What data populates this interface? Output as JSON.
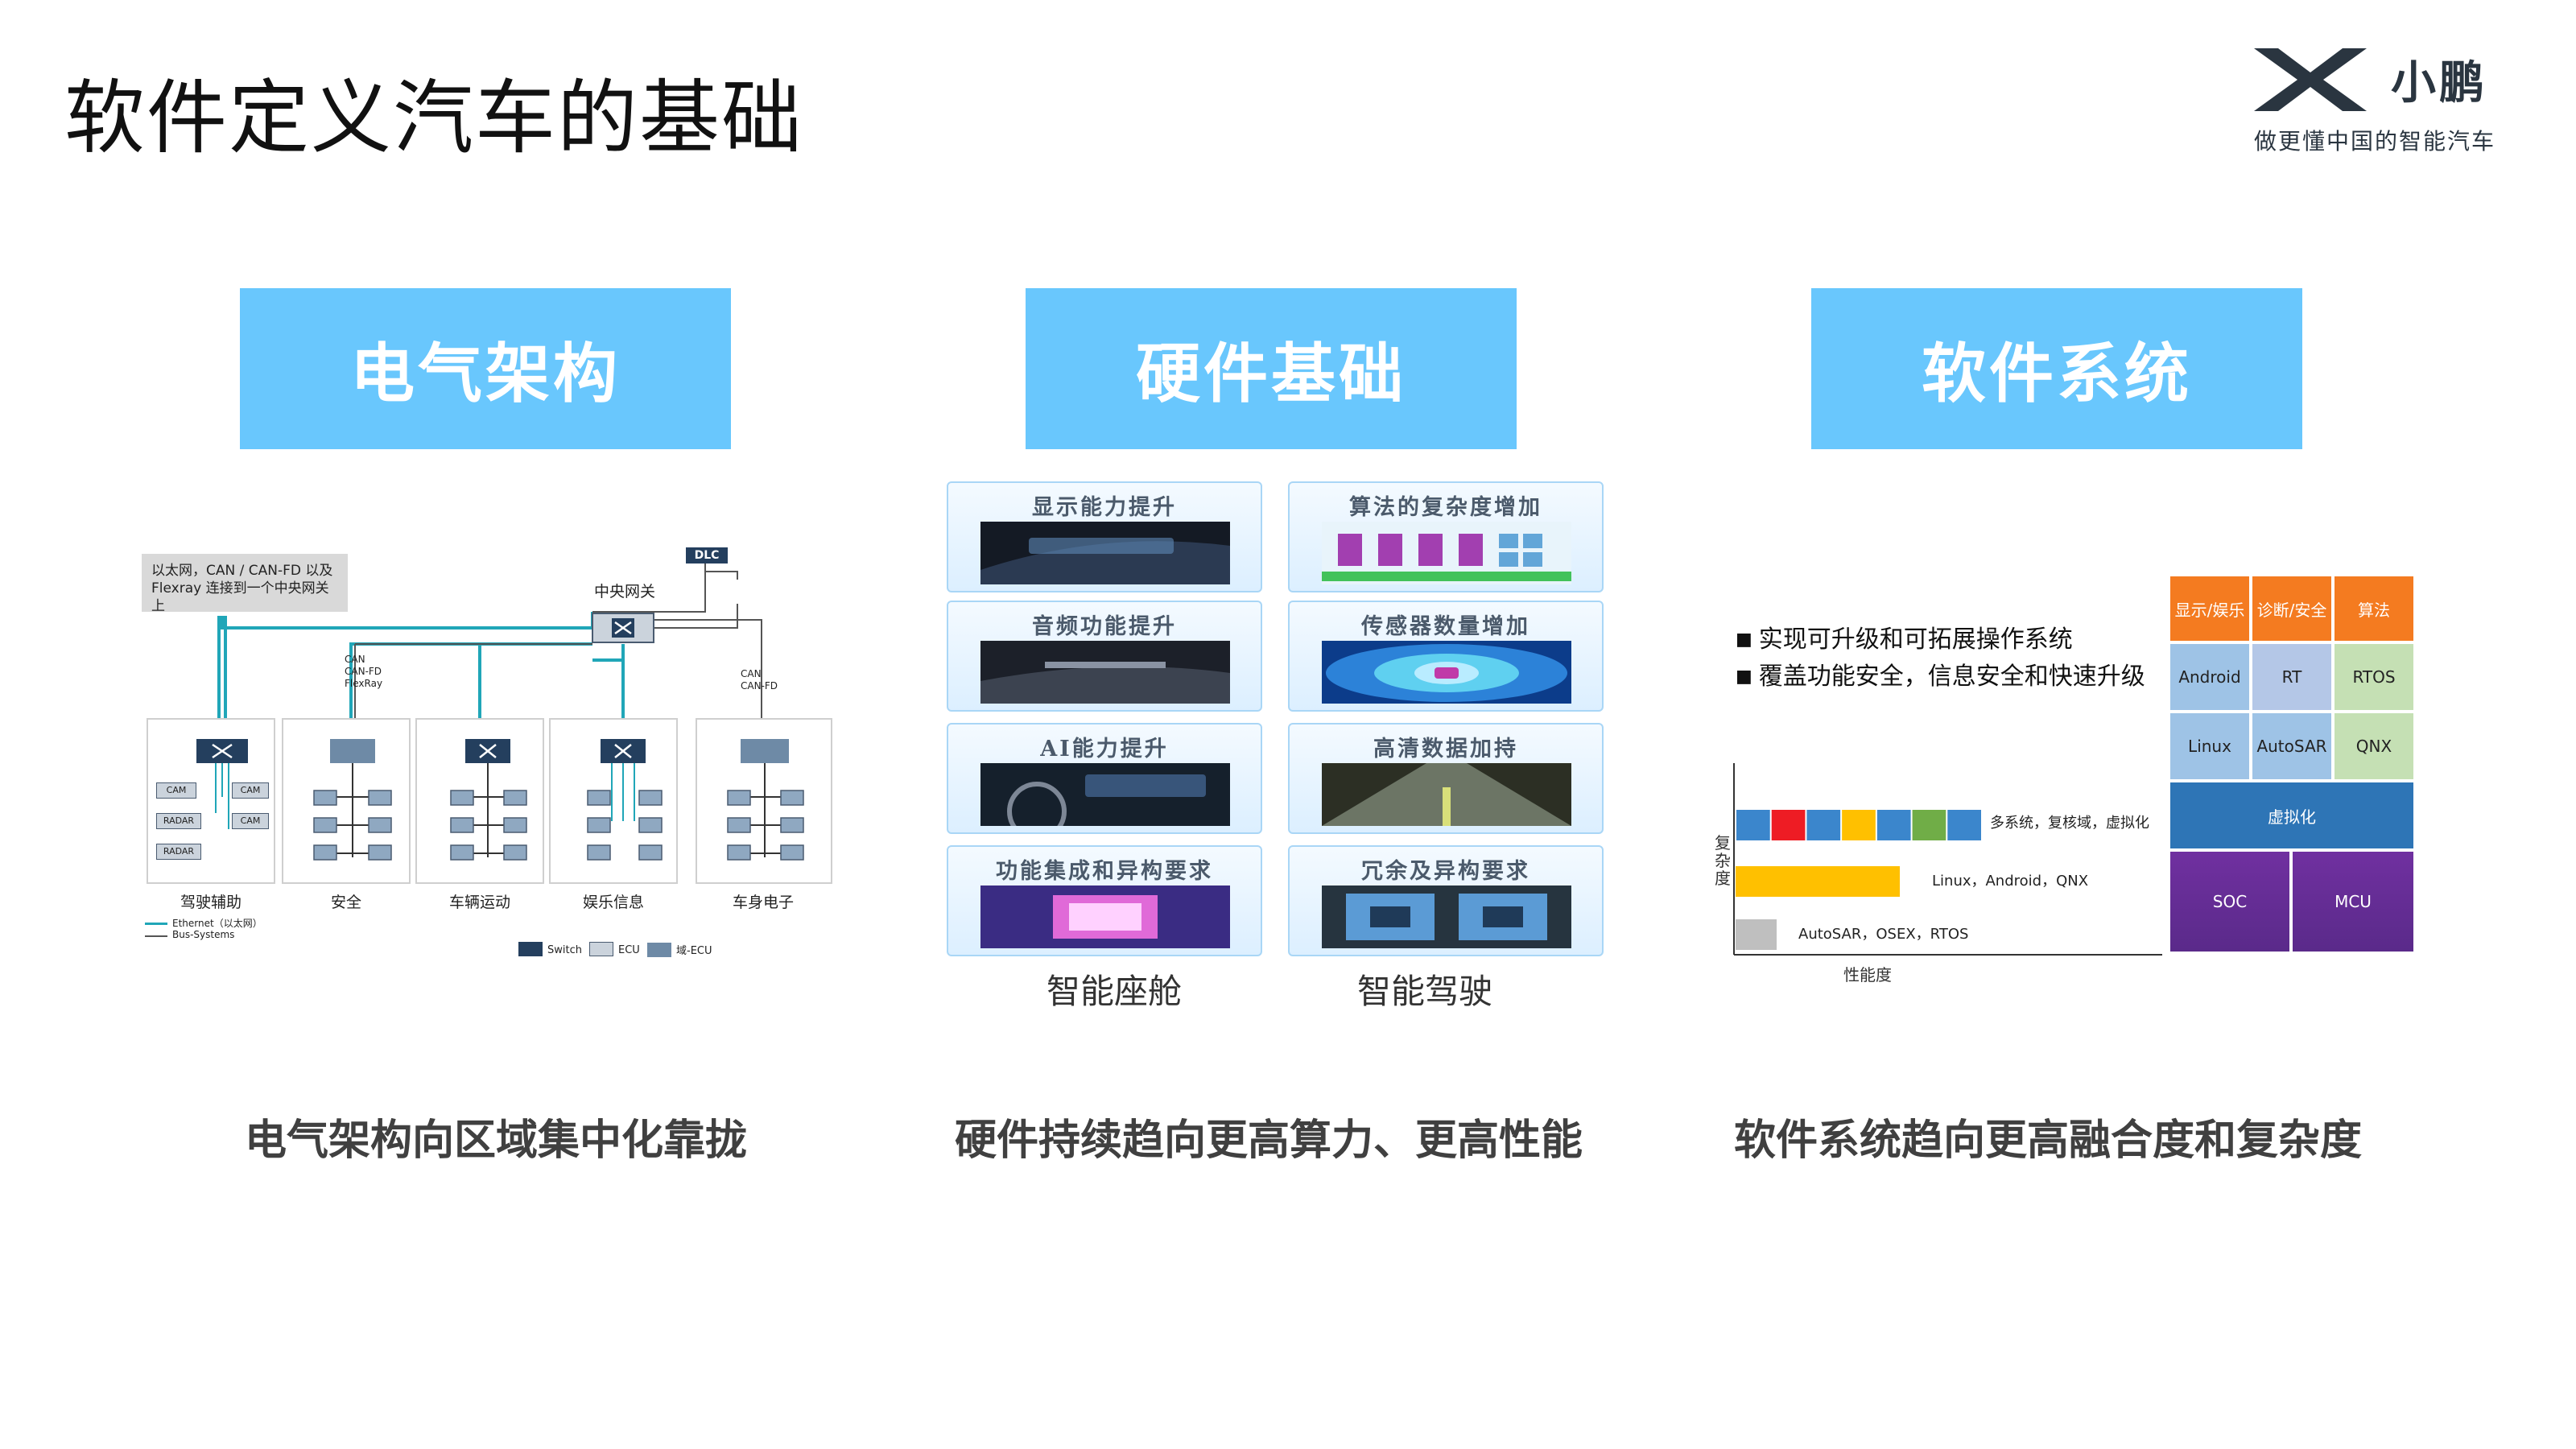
{
  "slide": {
    "title": "软件定义汽车的基础"
  },
  "logo": {
    "name": "小鹏",
    "slogan": "做更懂中国的智能汽车"
  },
  "pillars": [
    "电气架构",
    "硬件基础",
    "软件系统"
  ],
  "captions": [
    "电气架构向区域集中化靠拢",
    "硬件持续趋向更高算力、更高性能",
    "软件系统趋向更高融合度和复杂度"
  ],
  "architecture": {
    "note_line1": "以太网，CAN / CAN-FD 以及",
    "note_line2": "Flexray 连接到一个中央网关上",
    "dlc": "DLC",
    "gateway": "中央网关",
    "bus_label_1_a": "CAN",
    "bus_label_1_b": "CAN-FD",
    "bus_label_1_c": "FlexRay",
    "bus_label_2_a": "CAN",
    "bus_label_2_b": "CAN-FD",
    "ecu_tags": [
      "CAM",
      "CAM",
      "RADAR",
      "CAM",
      "RADAR"
    ],
    "domains": [
      "驾驶辅助",
      "安全",
      "车辆运动",
      "娱乐信息",
      "车身电子"
    ],
    "legend_ethernet": "Ethernet（以太网）",
    "legend_bus": "Bus-Systems",
    "legend_switch": "Switch",
    "legend_ecu": "ECU",
    "legend_domain_ecu": "域-ECU",
    "colors": {
      "ethernet": "#20a6b8",
      "bus": "#555555",
      "node": "#7f9bb8",
      "switch": "#243f5e"
    }
  },
  "hardware": {
    "cards": [
      "显示能力提升",
      "算法的复杂度增加",
      "音频功能提升",
      "传感器数量增加",
      "AI能力提升",
      "高清数据加持",
      "功能集成和异构要求",
      "冗余及异构要求"
    ],
    "col_left": "智能座舱",
    "col_right": "智能驾驶"
  },
  "software": {
    "bullet1": "实现可升级和可拓展操作系统",
    "bullet2": "覆盖功能安全，信息安全和快速升级",
    "ylabel": "复杂度",
    "xlabel": "性能度",
    "chart_data": {
      "type": "bar",
      "orientation": "horizontal",
      "categories": [
        "多系统，复核域，虚拟化",
        "Linux，Android，QNX",
        "AutoSAR，OSEX，RTOS"
      ],
      "values": [
        6,
        4,
        1
      ],
      "segment_colors": [
        "#3b86cc",
        "#ee1c24",
        "#3b86cc",
        "#ffc000",
        "#3b86cc",
        "#70ad47",
        "#3b86cc"
      ],
      "xlabel": "性能度",
      "ylabel": "复杂度"
    },
    "grid": {
      "row1": [
        "显示/娱乐",
        "诊断/安全",
        "算法"
      ],
      "row2": [
        "Android",
        "RT",
        "RTOS"
      ],
      "row3": [
        "Linux",
        "AutoSAR",
        "QNX"
      ],
      "row4": "虚拟化",
      "row5": [
        "SOC",
        "MCU"
      ]
    }
  }
}
